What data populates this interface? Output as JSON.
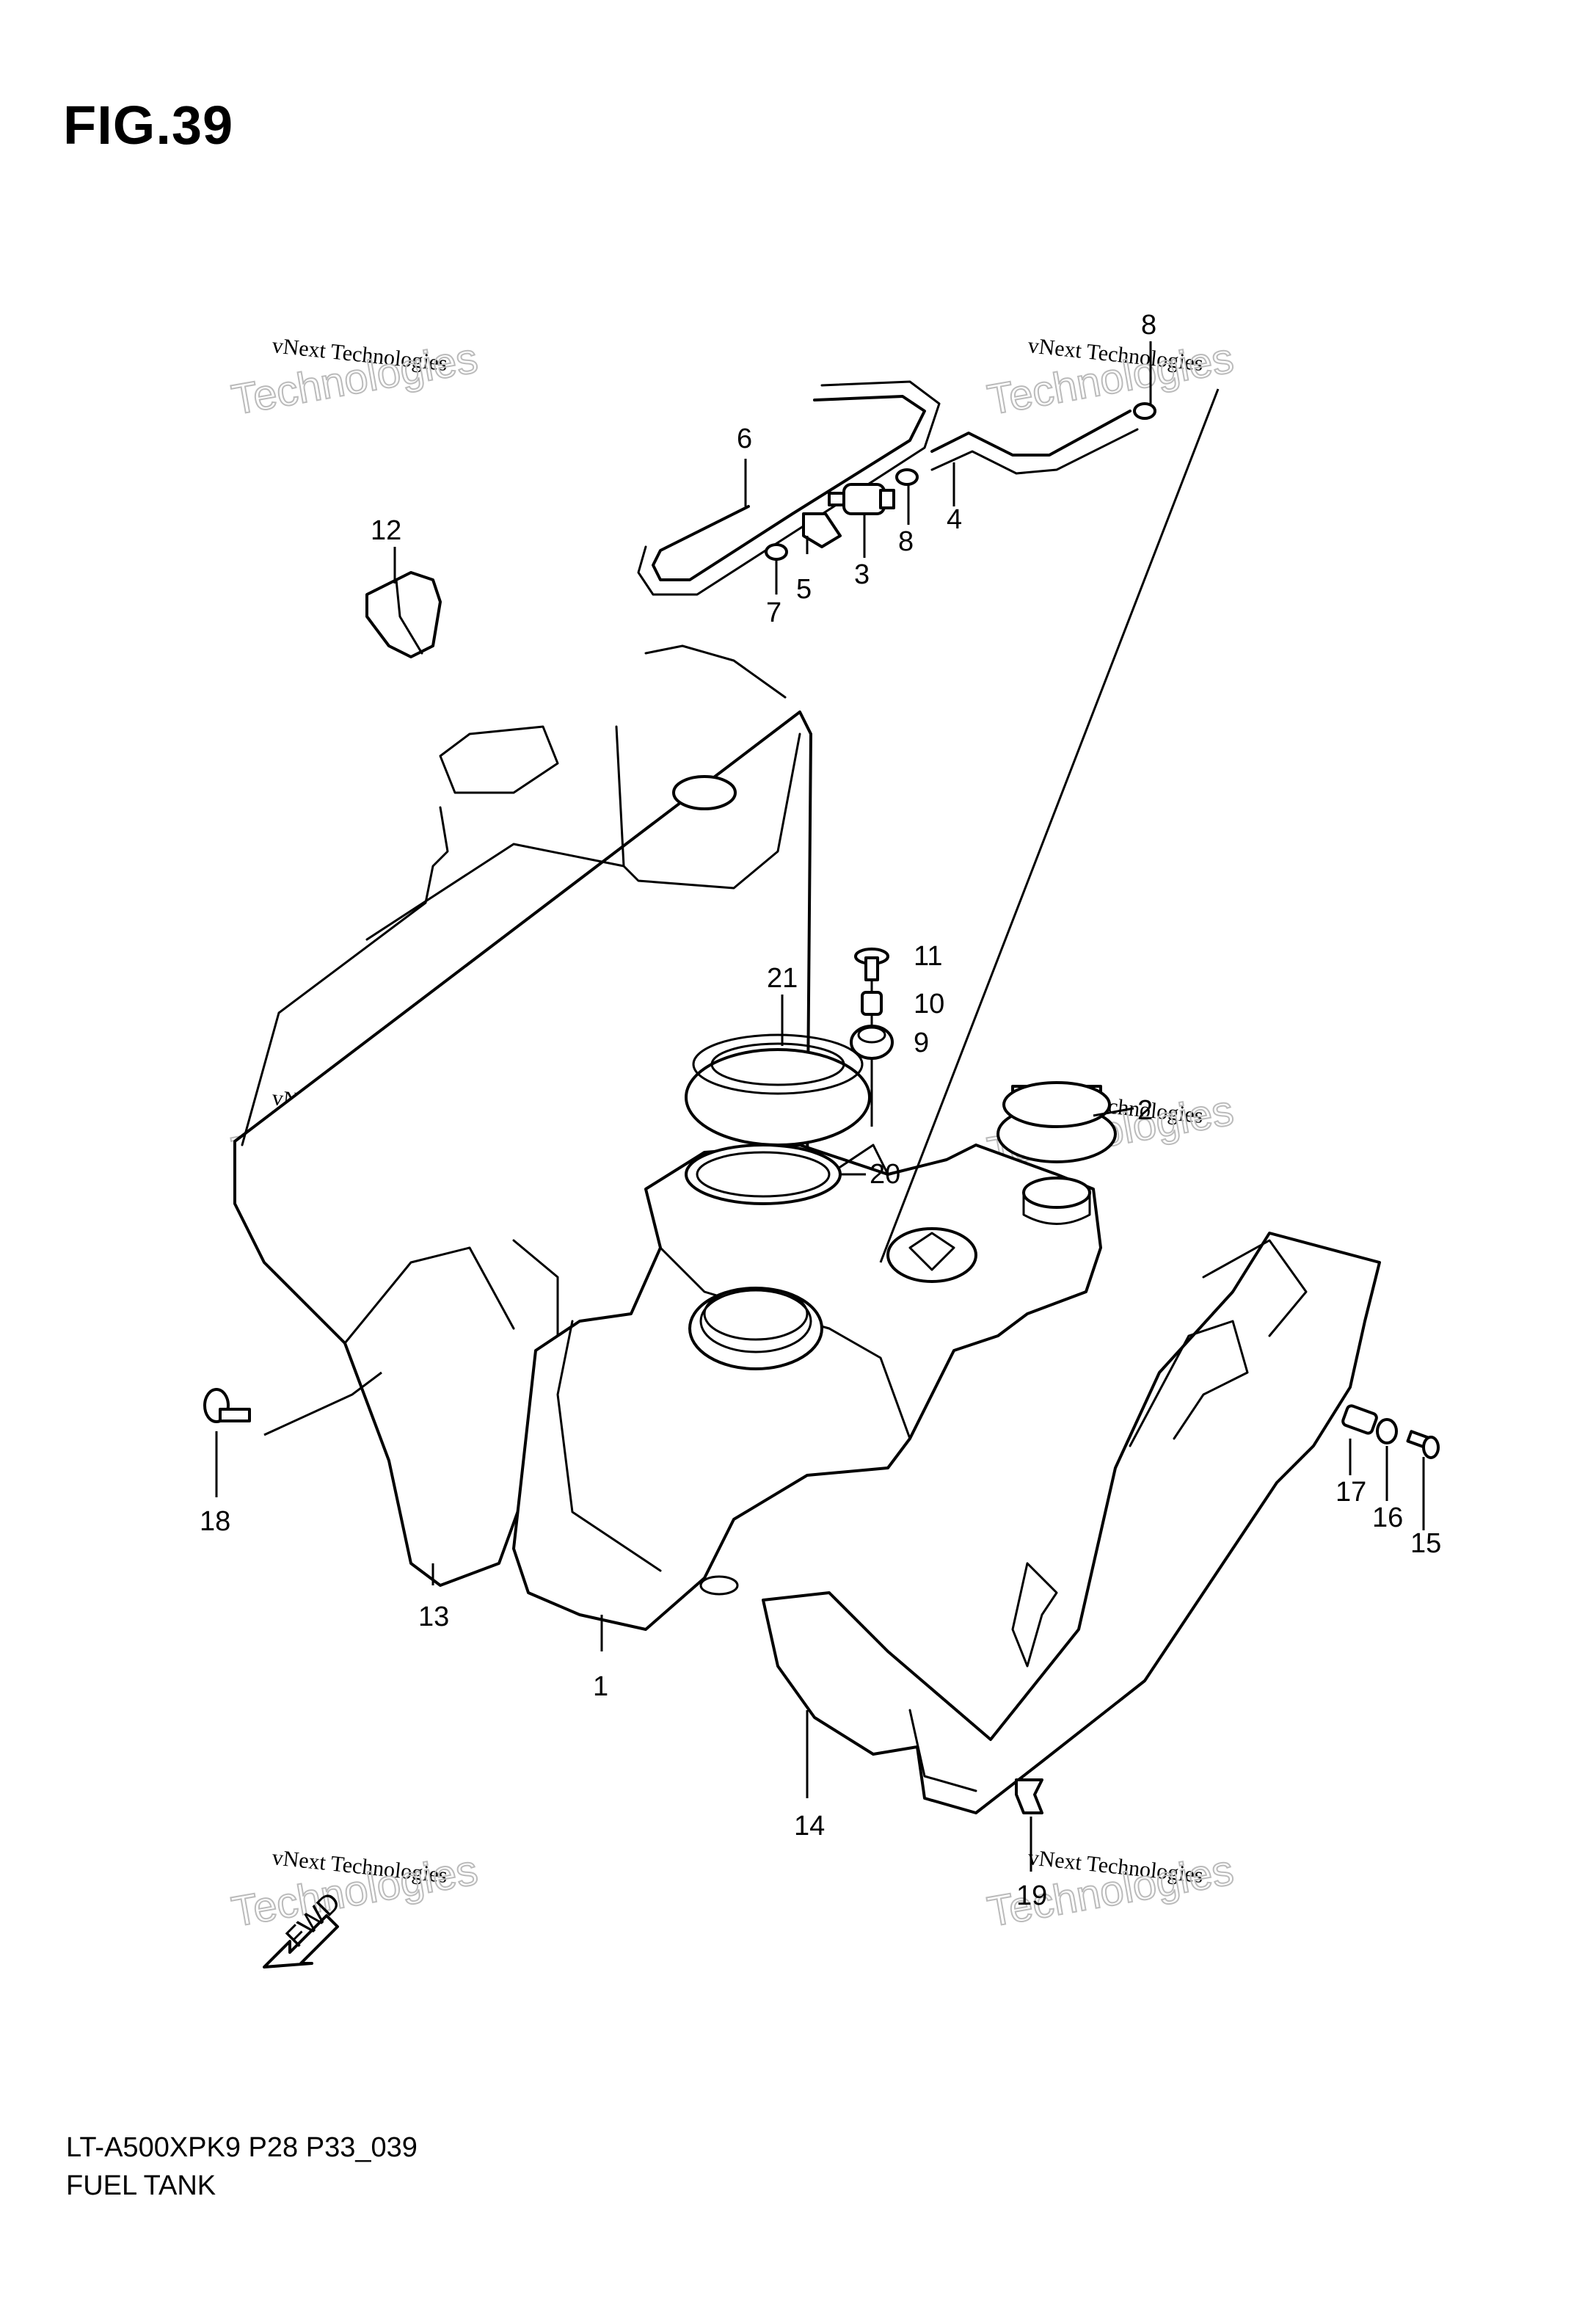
{
  "figure_title": "FIG.39",
  "footer": {
    "model_code": "LT-A500XPK9 P28 P33_039",
    "section_name": "FUEL TANK"
  },
  "watermark_text": "vNext Technologies",
  "watermark_outline_text": "Technologies",
  "callouts": {
    "c1": "1",
    "c2": "2",
    "c3": "3",
    "c4": "4",
    "c5": "5",
    "c6": "6",
    "c7": "7",
    "c8a": "8",
    "c8b": "8",
    "c9": "9",
    "c10": "10",
    "c11": "11",
    "c12": "12",
    "c13": "13",
    "c14": "14",
    "c15": "15",
    "c16": "16",
    "c17": "17",
    "c18": "18",
    "c19": "19",
    "c20": "20",
    "c21": "21"
  },
  "direction_arrow_label": "FWD"
}
